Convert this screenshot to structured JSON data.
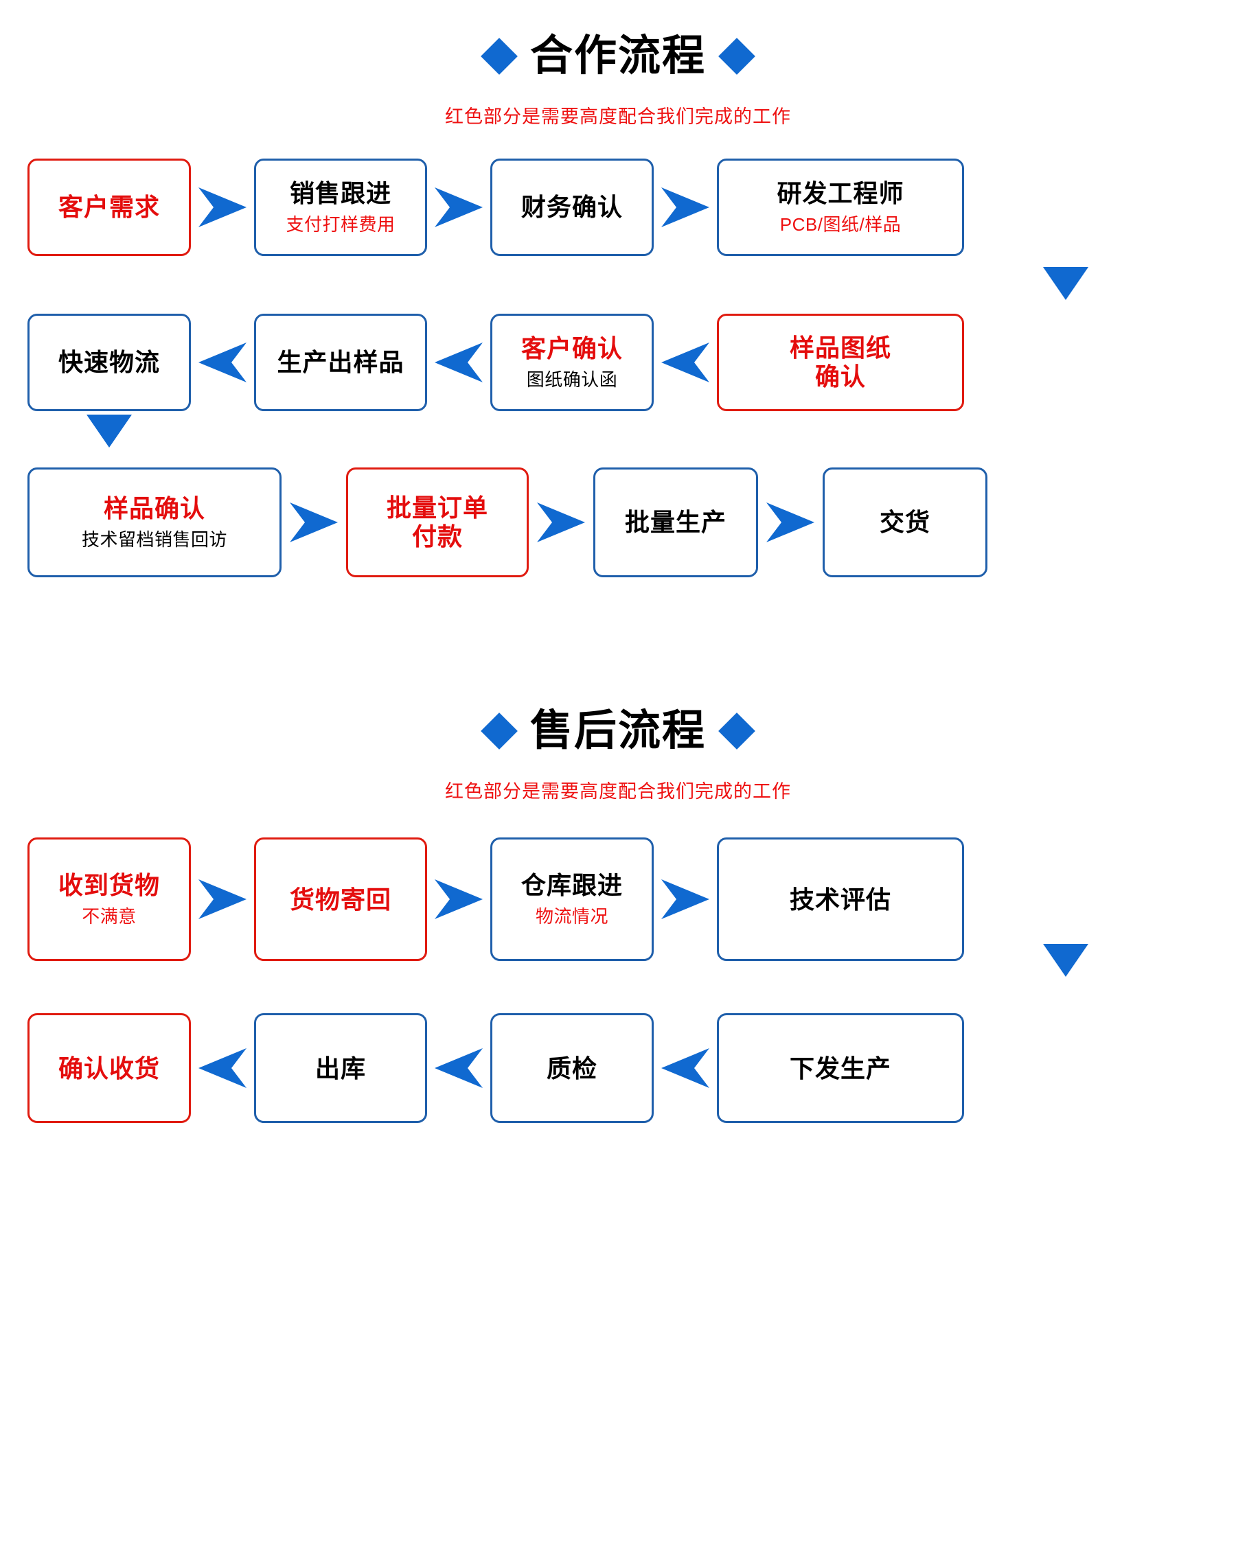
{
  "sections": [
    {
      "id": "cooperation",
      "title": "合作流程",
      "subtitle": "红色部分是需要高度配合我们完成的工作",
      "rows": [
        {
          "direction": "right",
          "nodes": [
            {
              "title": "客户需求",
              "sub": "",
              "title_color": "red",
              "sub_color": "red",
              "border": "red"
            },
            {
              "title": "销售跟进",
              "sub": "支付打样费用",
              "title_color": "black",
              "sub_color": "red",
              "border": "blue"
            },
            {
              "title": "财务确认",
              "sub": "",
              "title_color": "black",
              "sub_color": "red",
              "border": "blue"
            },
            {
              "title": "研发工程师",
              "sub": "PCB/图纸/样品",
              "title_color": "black",
              "sub_color": "red",
              "border": "blue"
            }
          ]
        },
        {
          "direction": "left",
          "nodes": [
            {
              "title": "快速物流",
              "sub": "",
              "title_color": "black",
              "sub_color": "red",
              "border": "blue"
            },
            {
              "title": "生产出样品",
              "sub": "",
              "title_color": "black",
              "sub_color": "red",
              "border": "blue"
            },
            {
              "title": "客户确认",
              "sub": "图纸确认函",
              "title_color": "red",
              "sub_color": "black",
              "border": "blue"
            },
            {
              "title": "样品图纸\n确认",
              "sub": "",
              "title_color": "red",
              "sub_color": "red",
              "border": "red"
            }
          ]
        },
        {
          "direction": "right",
          "nodes": [
            {
              "title": "样品确认",
              "sub": "技术留档销售回访",
              "title_color": "red",
              "sub_color": "black",
              "border": "blue"
            },
            {
              "title": "批量订单\n付款",
              "sub": "",
              "title_color": "red",
              "sub_color": "red",
              "border": "red"
            },
            {
              "title": "批量生产",
              "sub": "",
              "title_color": "black",
              "sub_color": "red",
              "border": "blue"
            },
            {
              "title": "交货",
              "sub": "",
              "title_color": "black",
              "sub_color": "red",
              "border": "blue"
            }
          ]
        }
      ],
      "connectors": [
        {
          "name": "connector-row1-to-row2",
          "from": "研发工程师",
          "to": "样品图纸确认",
          "direction": "down"
        },
        {
          "name": "connector-row2-to-row3",
          "from": "快速物流",
          "to": "样品确认",
          "direction": "down"
        }
      ]
    },
    {
      "id": "after-sales",
      "title": "售后流程",
      "subtitle": "红色部分是需要高度配合我们完成的工作",
      "rows": [
        {
          "direction": "right",
          "nodes": [
            {
              "title": "收到货物",
              "sub": "不满意",
              "title_color": "red",
              "sub_color": "red",
              "border": "red"
            },
            {
              "title": "货物寄回",
              "sub": "",
              "title_color": "red",
              "sub_color": "red",
              "border": "red"
            },
            {
              "title": "仓库跟进",
              "sub": "物流情况",
              "title_color": "black",
              "sub_color": "red",
              "border": "blue"
            },
            {
              "title": "技术评估",
              "sub": "",
              "title_color": "black",
              "sub_color": "red",
              "border": "blue"
            }
          ]
        },
        {
          "direction": "left",
          "nodes": [
            {
              "title": "确认收货",
              "sub": "",
              "title_color": "red",
              "sub_color": "red",
              "border": "red"
            },
            {
              "title": "出库",
              "sub": "",
              "title_color": "black",
              "sub_color": "red",
              "border": "blue"
            },
            {
              "title": "质检",
              "sub": "",
              "title_color": "black",
              "sub_color": "red",
              "border": "blue"
            },
            {
              "title": "下发生产",
              "sub": "",
              "title_color": "black",
              "sub_color": "red",
              "border": "blue"
            }
          ]
        }
      ],
      "connectors": [
        {
          "name": "connector-row1-to-row2",
          "from": "技术评估",
          "to": "下发生产",
          "direction": "down"
        }
      ]
    }
  ],
  "colors": {
    "accent_blue": "#1069d0",
    "border_blue": "#1f5fab",
    "accent_red": "#e40d0d",
    "border_red": "#e01b10",
    "text_black": "#000000",
    "background": "#ffffff"
  },
  "icons": {
    "diamond": "diamond-bullet-icon",
    "arrow_right": "arrow-right-icon",
    "arrow_left": "arrow-left-icon",
    "arrow_down": "arrow-down-icon"
  }
}
